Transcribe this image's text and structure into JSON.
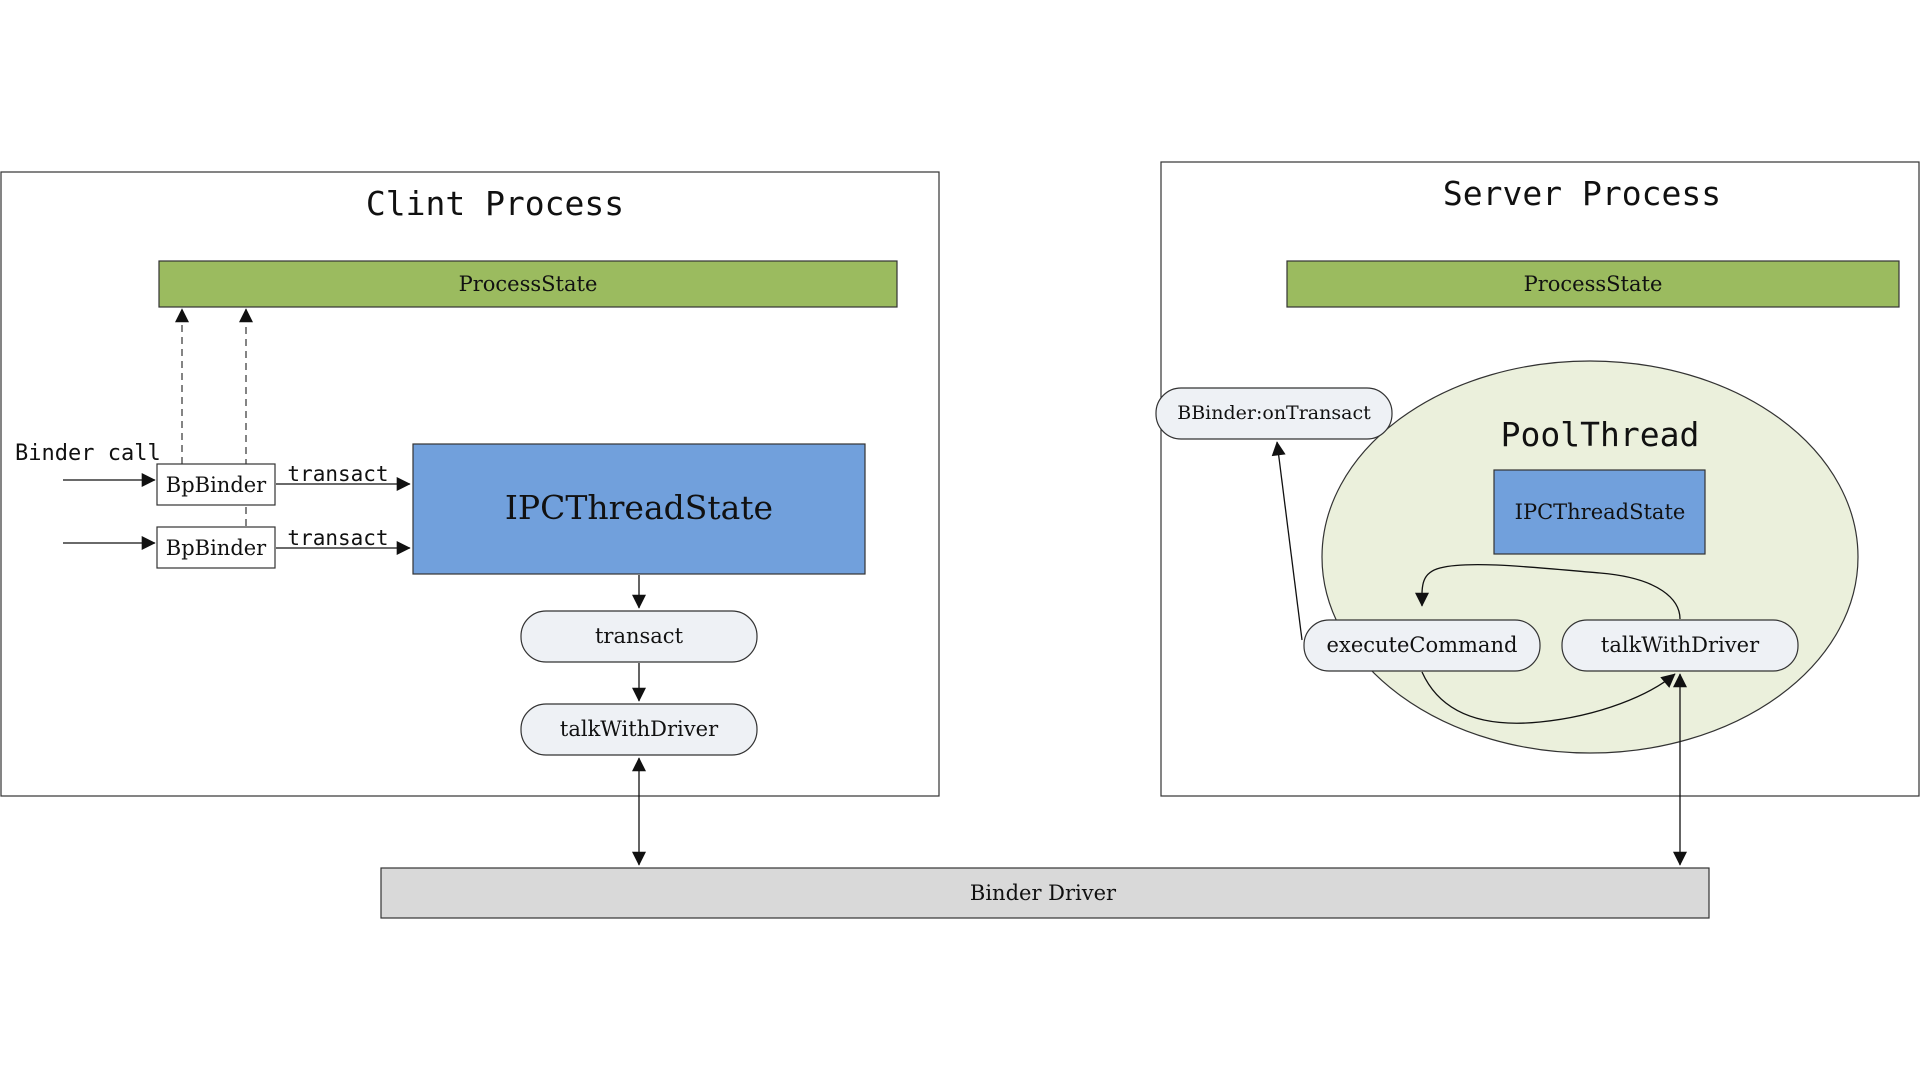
{
  "client": {
    "title": "Clint Process",
    "process_state": "ProcessState",
    "binder_call_label": "Binder call",
    "bp_binders": [
      "BpBinder",
      "BpBinder"
    ],
    "transact_arrow_labels": [
      "transact",
      "transact"
    ],
    "ipc_thread_state": "IPCThreadState",
    "transact": "transact",
    "talk_with_driver": "talkWithDriver"
  },
  "server": {
    "title": "Server Process",
    "process_state": "ProcessState",
    "bbinder_on_transact": "BBinder:onTransact",
    "pool_thread": "PoolThread",
    "ipc_thread_state": "IPCThreadState",
    "execute_command": "executeCommand",
    "talk_with_driver": "talkWithDriver"
  },
  "binder_driver": "Binder Driver",
  "colors": {
    "process_state_fill": "#9bbb5f",
    "ipc_thread_state_fill": "#71a0dc",
    "pill_fill": "#eef1f5",
    "pool_thread_fill": "#ebf0dc",
    "binder_driver_fill": "#d9d9d9"
  }
}
